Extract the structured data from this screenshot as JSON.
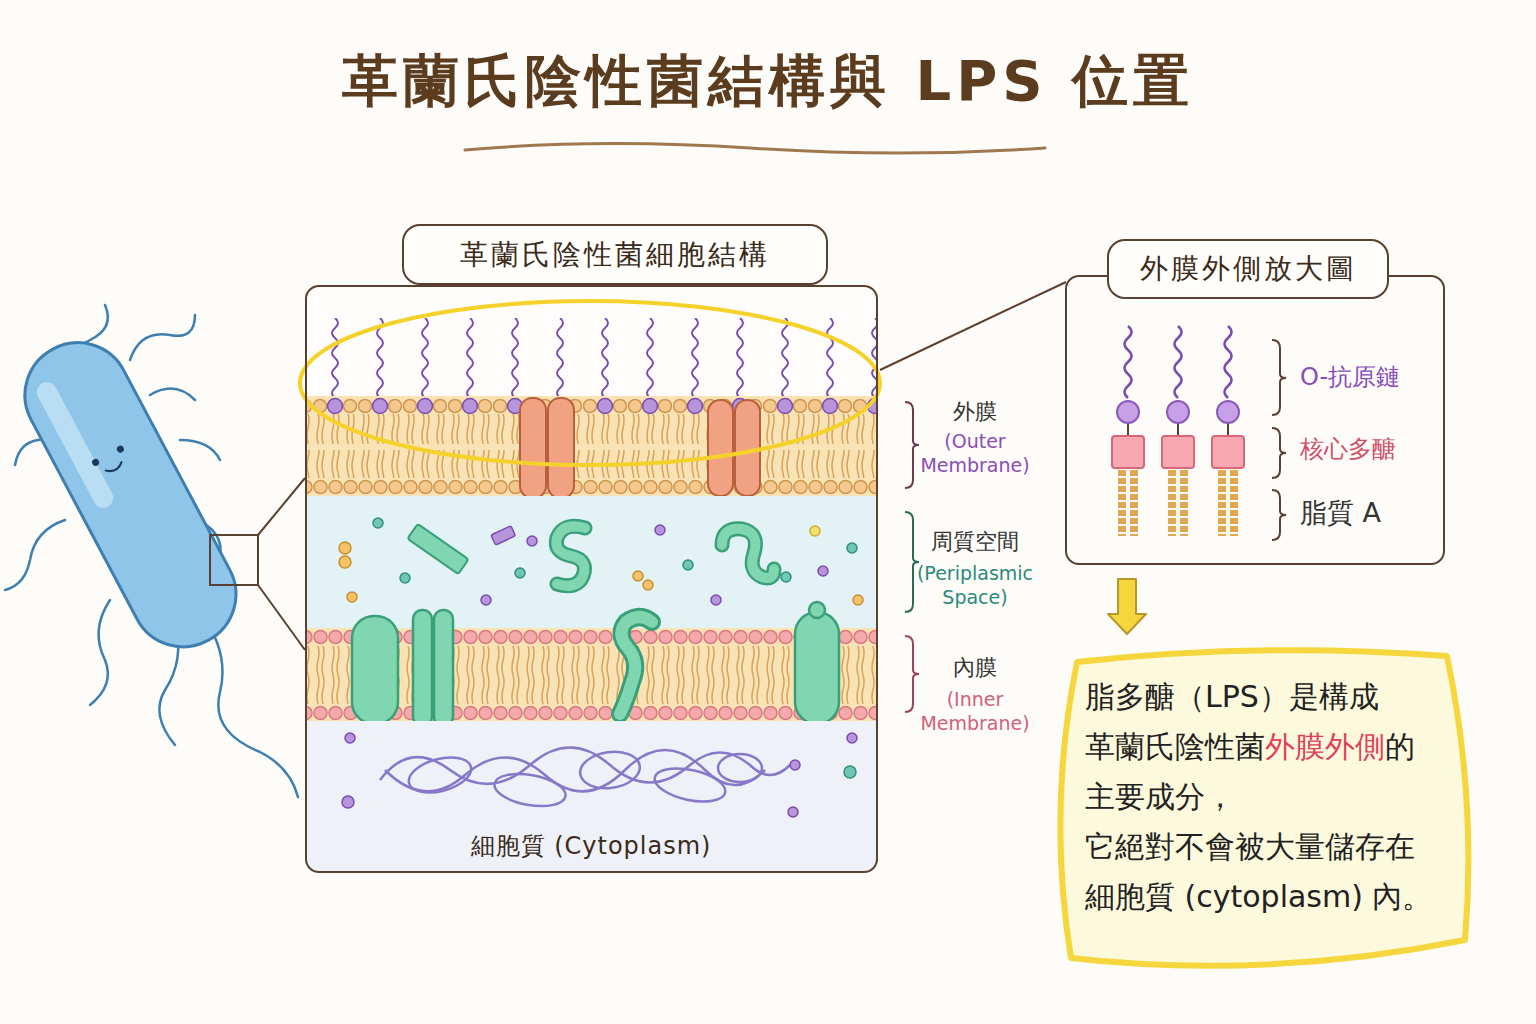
{
  "diagram": {
    "title": "革蘭氏陰性菌結構與 LPS 位置",
    "nodes": [
      {
        "text": [
          "革蘭氏陰性菌細胞結構"
        ]
      },
      {
        "text": [
          "細胞質 (Cytoplasm)"
        ],
        "in": 0
      },
      {
        "text": [
          "外膜外側放大圖"
        ]
      },
      {
        "text": [
          "脂多醣（LPS）是構成 革蘭氏陰性菌外膜外側的 主要成分， 它絕對不會被大量儲存在 細胞質 (cytoplasm) 內。"
        ]
      }
    ],
    "edges": [
      {
        "from": 2,
        "to": 3,
        "arrow": "to"
      }
    ],
    "labels": [
      "外膜",
      "(Outer Membrane)",
      "周質空間",
      "(Periplasmic Space)",
      "內膜",
      "(Inner Membrane)",
      "O-抗原鏈",
      "核心多醣",
      "脂質 A"
    ]
  }
}
